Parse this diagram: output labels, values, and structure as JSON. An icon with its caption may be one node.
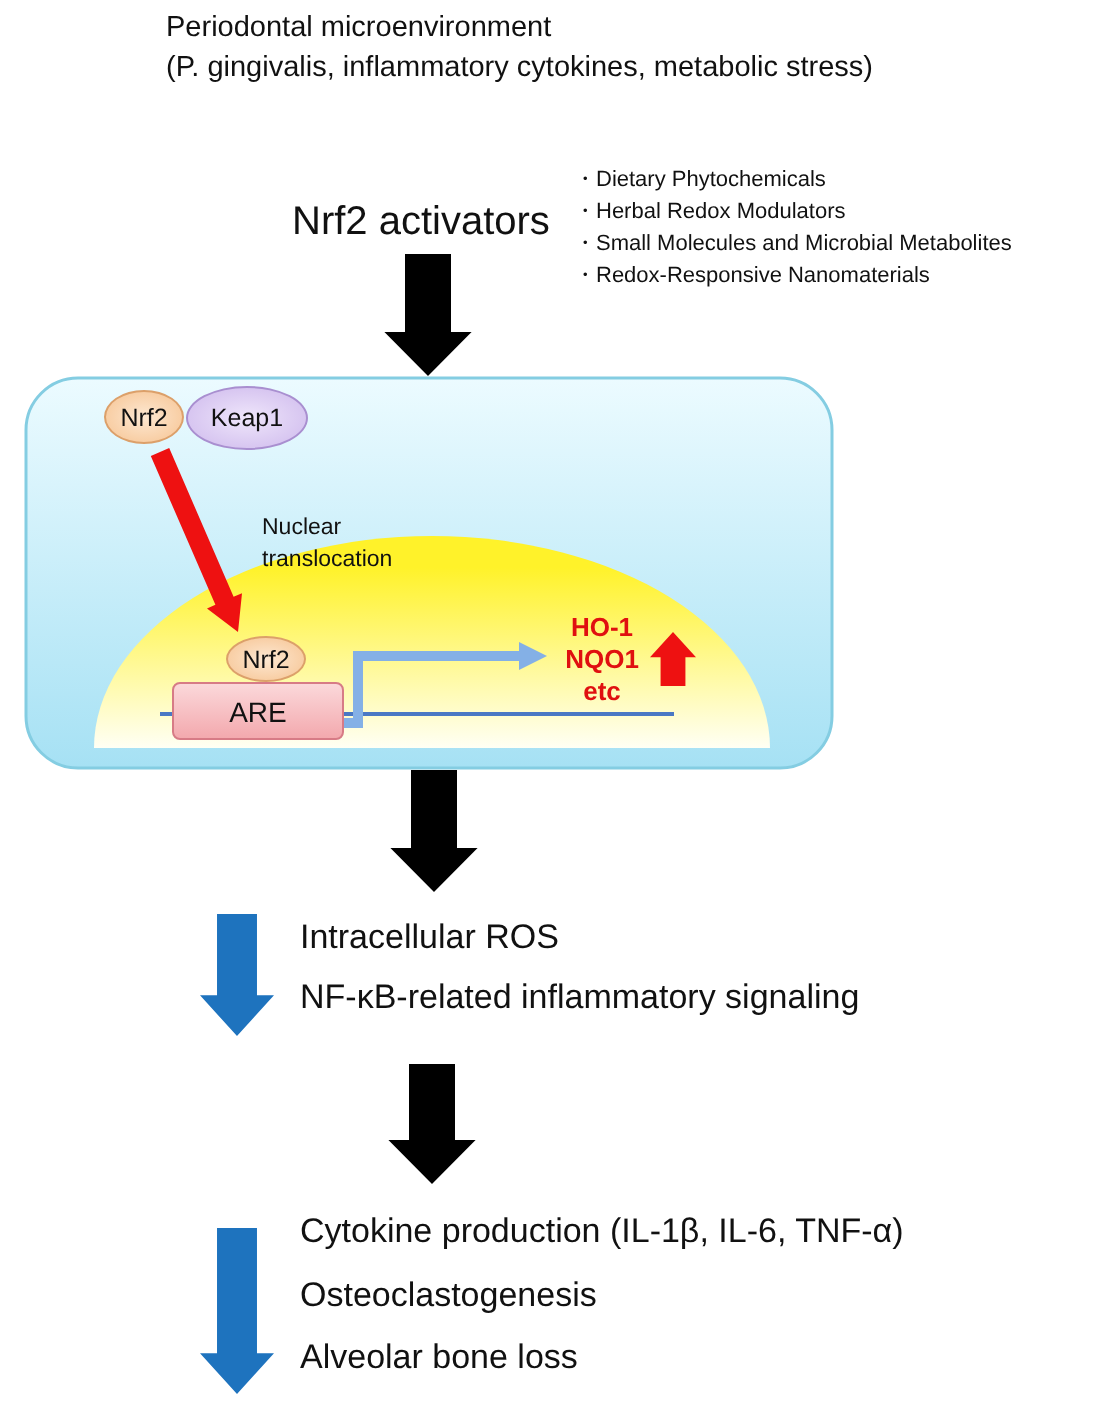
{
  "diagram": {
    "nodes": [
      {
        "text": [
          "Nrf2 activators"
        ],
        "beside": [
          "・Dietary Phytochemicals",
          "・Herbal Redox Modulators",
          "・Small Molecules and Microbial Metabolites",
          "・Redox-Responsive Nanomaterials"
        ]
      },
      {
        "text": [],
        "shape": "box"
      },
      {
        "text": [
          "Nrf2"
        ],
        "in": 1
      },
      {
        "text": [
          "Keap1"
        ],
        "in": 1
      },
      {
        "text": [],
        "shape": "semicircle",
        "in": 1
      },
      {
        "text": [
          "Nrf2"
        ],
        "in": 4
      },
      {
        "text": [
          "ARE"
        ],
        "in": 4
      },
      {
        "text": [
          "HO-1 NQO1 etc"
        ],
        "in": 4
      },
      {
        "text": [
          "Intracellular ROS",
          "NF-κB-related inflammatory signaling"
        ]
      },
      {
        "text": [
          "Cytokine production (IL-1β, IL-6, TNF-α)",
          "Osteoclastogenesis",
          "Alveolar bone loss"
        ]
      }
    ],
    "edges": [
      {
        "from": 0,
        "to": 1,
        "arrow": "to"
      },
      {
        "from": 2,
        "to": 5,
        "arrow": "to",
        "label": "Nuclear translocation",
        "color": "#ee1111"
      },
      {
        "from": 6,
        "to": 7,
        "arrow": "to",
        "color": "#84b0e6"
      },
      {
        "from": 1,
        "to": 8,
        "arrow": "to"
      },
      {
        "from": 8,
        "to": 9,
        "arrow": "to"
      }
    ],
    "labels": [
      "Periodontal microenvironment",
      "(P. gingivalis, inflammatory cytokines, metabolic stress)"
    ]
  }
}
